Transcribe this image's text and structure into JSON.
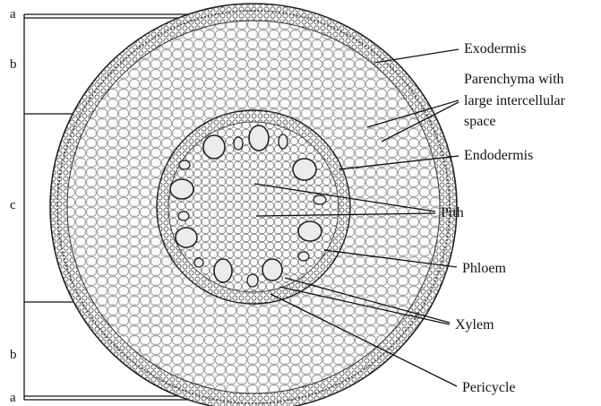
{
  "diagram": {
    "segments": {
      "a_top": "a",
      "b_top": "b",
      "c": "c",
      "b_bottom": "b",
      "a_bottom": "a"
    },
    "labels": {
      "exodermis": "Exodermis",
      "parenchyma_1": "Parenchyma with",
      "parenchyma_2": "large intercellular",
      "parenchyma_3": "space",
      "endodermis": "Endodermis",
      "pith": "Pith",
      "phloem": "Phloem",
      "xylem": "Xylem",
      "pericycle": "Pericycle"
    }
  }
}
